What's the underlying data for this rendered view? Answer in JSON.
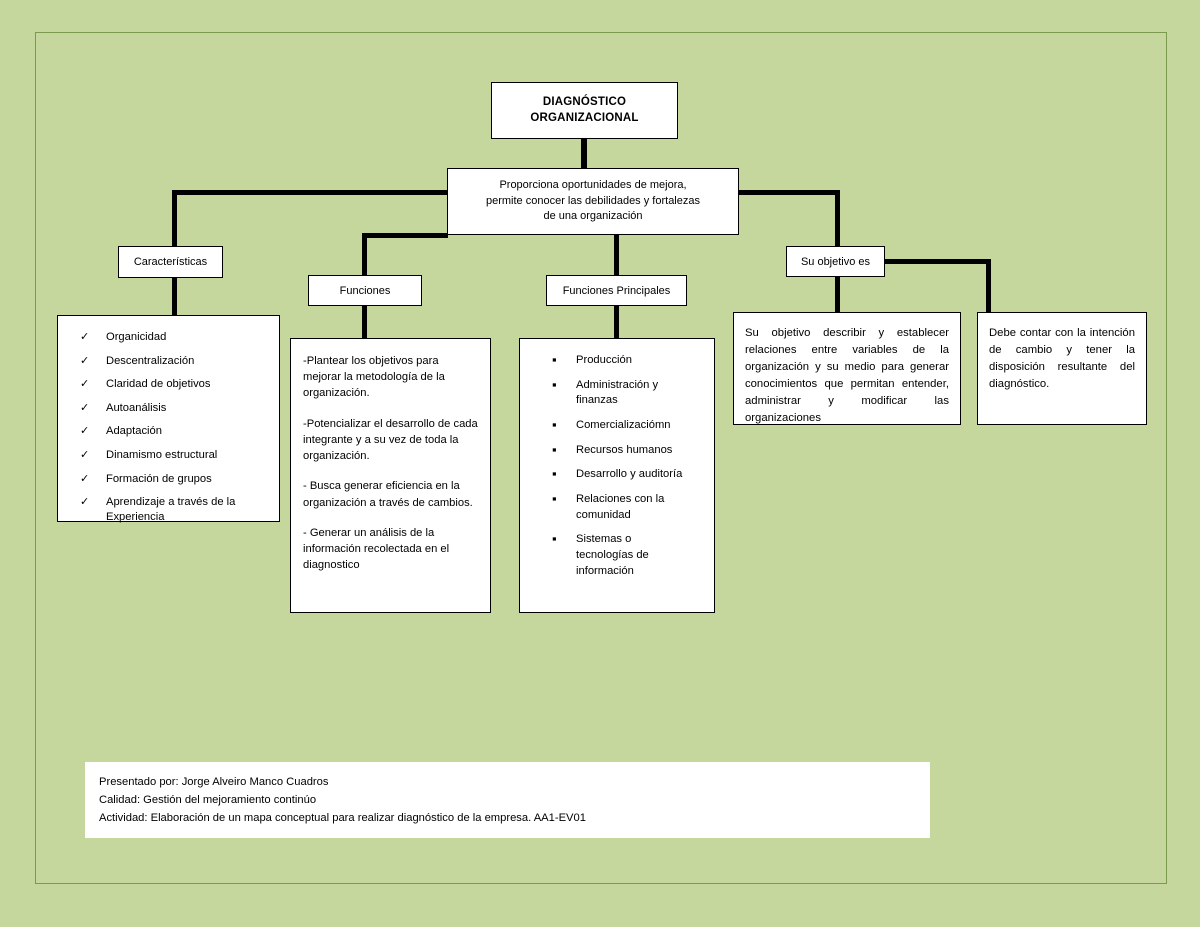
{
  "page": {
    "background_color": "#c6d79d",
    "frame_border_color": "#7a9a4e",
    "node_fill": "#ffffff",
    "node_border": "#000000",
    "connector_color": "#000000"
  },
  "title_node": {
    "line1": "DIAGNÓSTICO",
    "line2": "ORGANIZACIONAL"
  },
  "lead_node": {
    "line1": "Proporciona oportunidades de mejora,",
    "line2": "permite  conocer las debilidades y fortalezas",
    "line3": "de una organización"
  },
  "branches": {
    "caracteristicas": {
      "label": "Características",
      "items": [
        "Organicidad",
        "Descentralización",
        "Claridad de objetivos",
        "Autoanálisis",
        "Adaptación",
        "Dinamismo estructural",
        "Formación de grupos",
        "Aprendizaje a través de la Experiencia"
      ],
      "bullet_glyph": "✓"
    },
    "funciones": {
      "label": "Funciones",
      "paragraphs": [
        "-Plantear los objetivos para mejorar la metodología de la organización.",
        "-Potencializar el desarrollo de cada integrante y  a su vez de toda la organización.",
        "-  Busca generar eficiencia en la organización a través de cambios.",
        "-  Generar un análisis de la información recolectada en el diagnostico"
      ]
    },
    "funciones_principales": {
      "label": "Funciones  Principales",
      "items": [
        "Producción",
        "Administración y finanzas",
        "Comercializaciómn",
        "Recursos humanos",
        "Desarrollo y auditoría",
        "Relaciones con la comunidad",
        "Sistemas o tecnologías de información"
      ],
      "bullet_glyph": "▪"
    },
    "su_objetivo": {
      "label": "Su objetivo es",
      "detail_left": "Su objetivo describir y establecer relaciones entre variables de la organización y su medio para generar conocimientos que permitan entender, administrar y modificar las organizaciones",
      "detail_right": "Debe contar con la intención de cambio y tener la disposición resultante del diagnóstico."
    }
  },
  "footer": {
    "line1": "Presentado por: Jorge Alveiro Manco Cuadros",
    "line2": "Calidad: Gestión del mejoramiento continúo",
    "line3": "Actividad: Elaboración de un mapa conceptual para realizar diagnóstico de la empresa. AA1-EV01"
  }
}
